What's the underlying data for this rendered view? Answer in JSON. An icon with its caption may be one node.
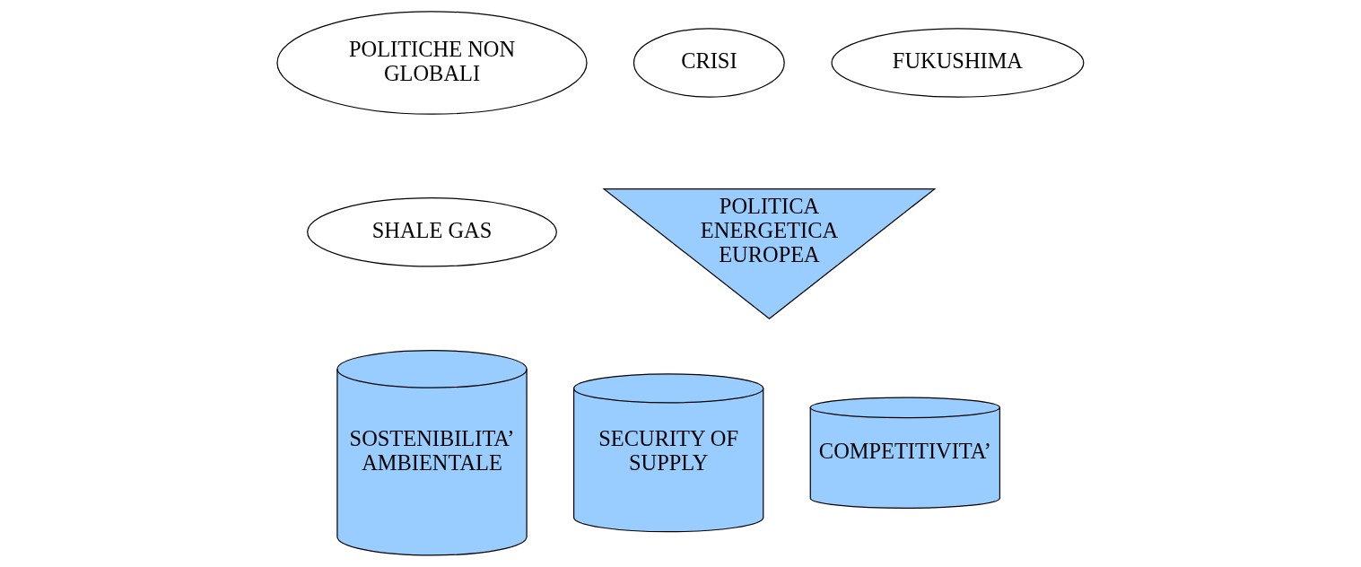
{
  "diagram": {
    "nodes": [
      {
        "text": [
          "POLITICHE NON GLOBALI"
        ]
      },
      {
        "text": [
          "CRISI"
        ]
      },
      {
        "text": [
          "FUKUSHIMA"
        ]
      },
      {
        "text": [
          "SHALE GAS"
        ]
      },
      {
        "text": [
          "POLITICA ENERGETICA EUROPEA"
        ]
      },
      {
        "text": [
          "SOSTENIBILITA’ AMBIENTALE"
        ]
      },
      {
        "text": [
          "SECURITY OF SUPPLY"
        ]
      },
      {
        "text": [
          "COMPETITIVITA’"
        ]
      }
    ]
  }
}
